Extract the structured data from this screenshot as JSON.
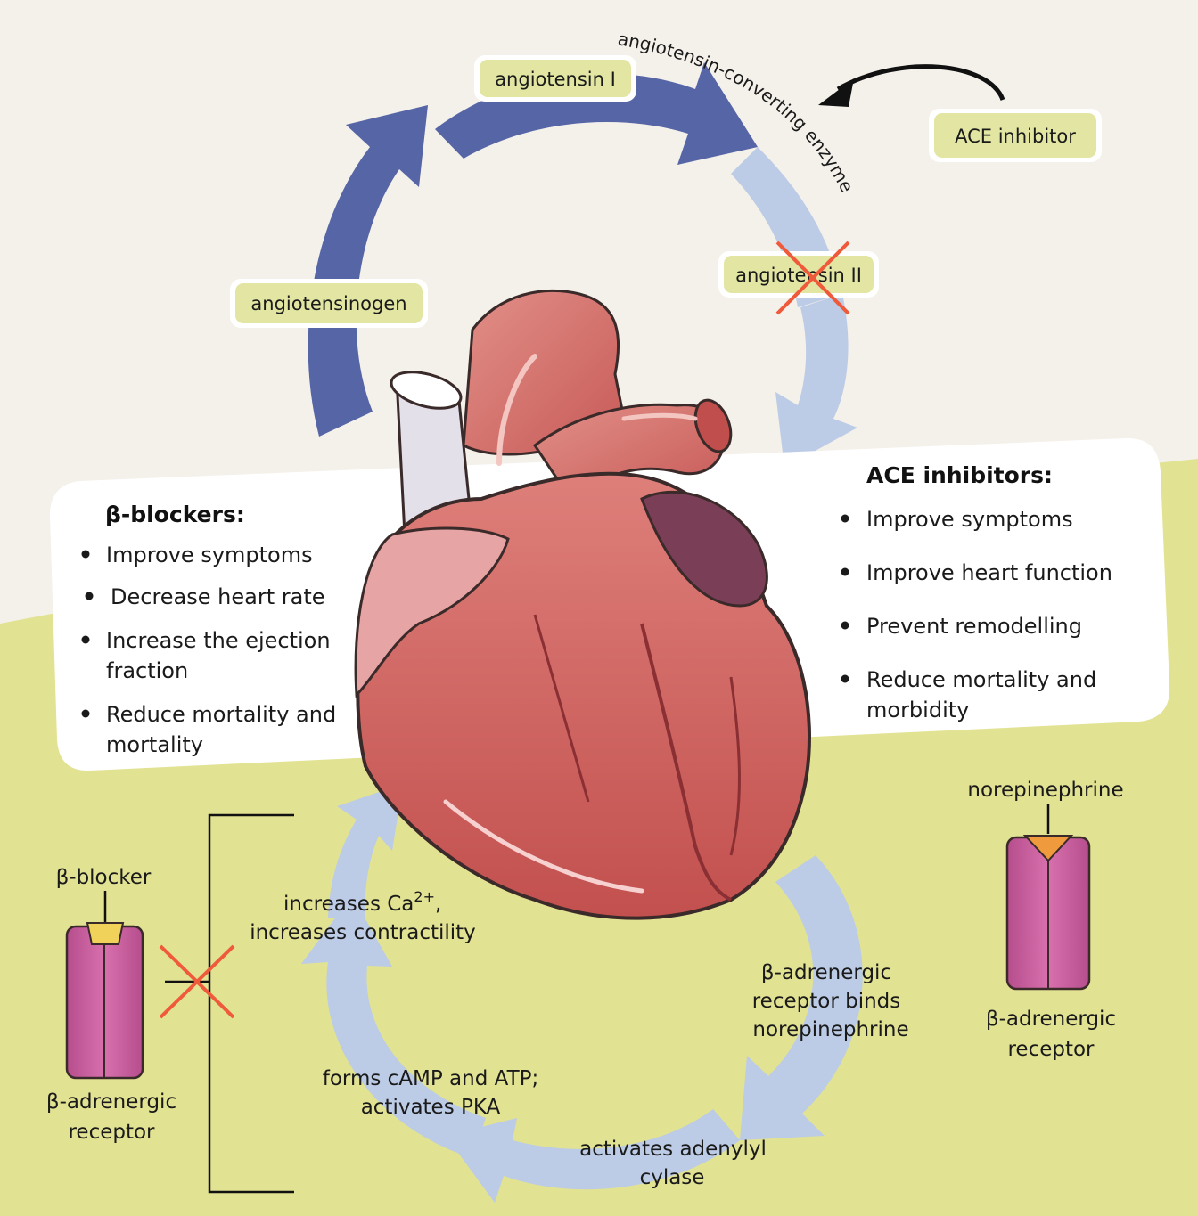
{
  "colors": {
    "background_top": "#f4f0ea",
    "background_bottom": "#e2e293",
    "dark_arrow": "#5565a6",
    "light_arrow": "#bccbe6",
    "pill_fill": "#e2e6a2",
    "cross": "#ee5a3a",
    "heart": "#d36b66",
    "receptor": "#c65b9a",
    "norepinephrine": "#ef9a3c",
    "blocker": "#f0d25a"
  },
  "raas": {
    "angiotensin_i": "angiotensin I",
    "angiotensinogen": "angiotensinogen",
    "angiotensin_ii": "angiotensin II",
    "enzyme": "angiotensin-converting enzyme",
    "ace_inhibitor": "ACE inhibitor"
  },
  "beta_blockers_box": {
    "title": "β-blockers:",
    "items": [
      "Improve symptoms",
      "Decrease heart rate",
      "Increase the ejection",
      "fraction",
      "Reduce mortality and",
      "mortality"
    ]
  },
  "ace_inhibitors_box": {
    "title": "ACE inhibitors:",
    "items": [
      "Improve symptoms",
      "Improve heart function",
      "Prevent remodelling",
      "Reduce mortality and",
      "morbidity"
    ]
  },
  "signaling": {
    "step1_line1": "β-adrenergic",
    "step1_line2": "receptor binds",
    "step1_line3": "norepinephrine",
    "step2_line1": "activates adenylyl",
    "step2_line2": "cylase",
    "step3_line1": "forms cAMP and ATP;",
    "step3_line2": "activates PKA",
    "step4_line1": "increases Ca",
    "step4_sup": "2+",
    "step4_comma": ",",
    "step4_line2": "increases contractility"
  },
  "left_receptor": {
    "blocker_label": "β-blocker",
    "receptor_line1": "β-adrenergic",
    "receptor_line2": "receptor"
  },
  "right_receptor": {
    "ligand_label": "norepinephrine",
    "receptor_line1": "β-adrenergic",
    "receptor_line2": "receptor"
  }
}
